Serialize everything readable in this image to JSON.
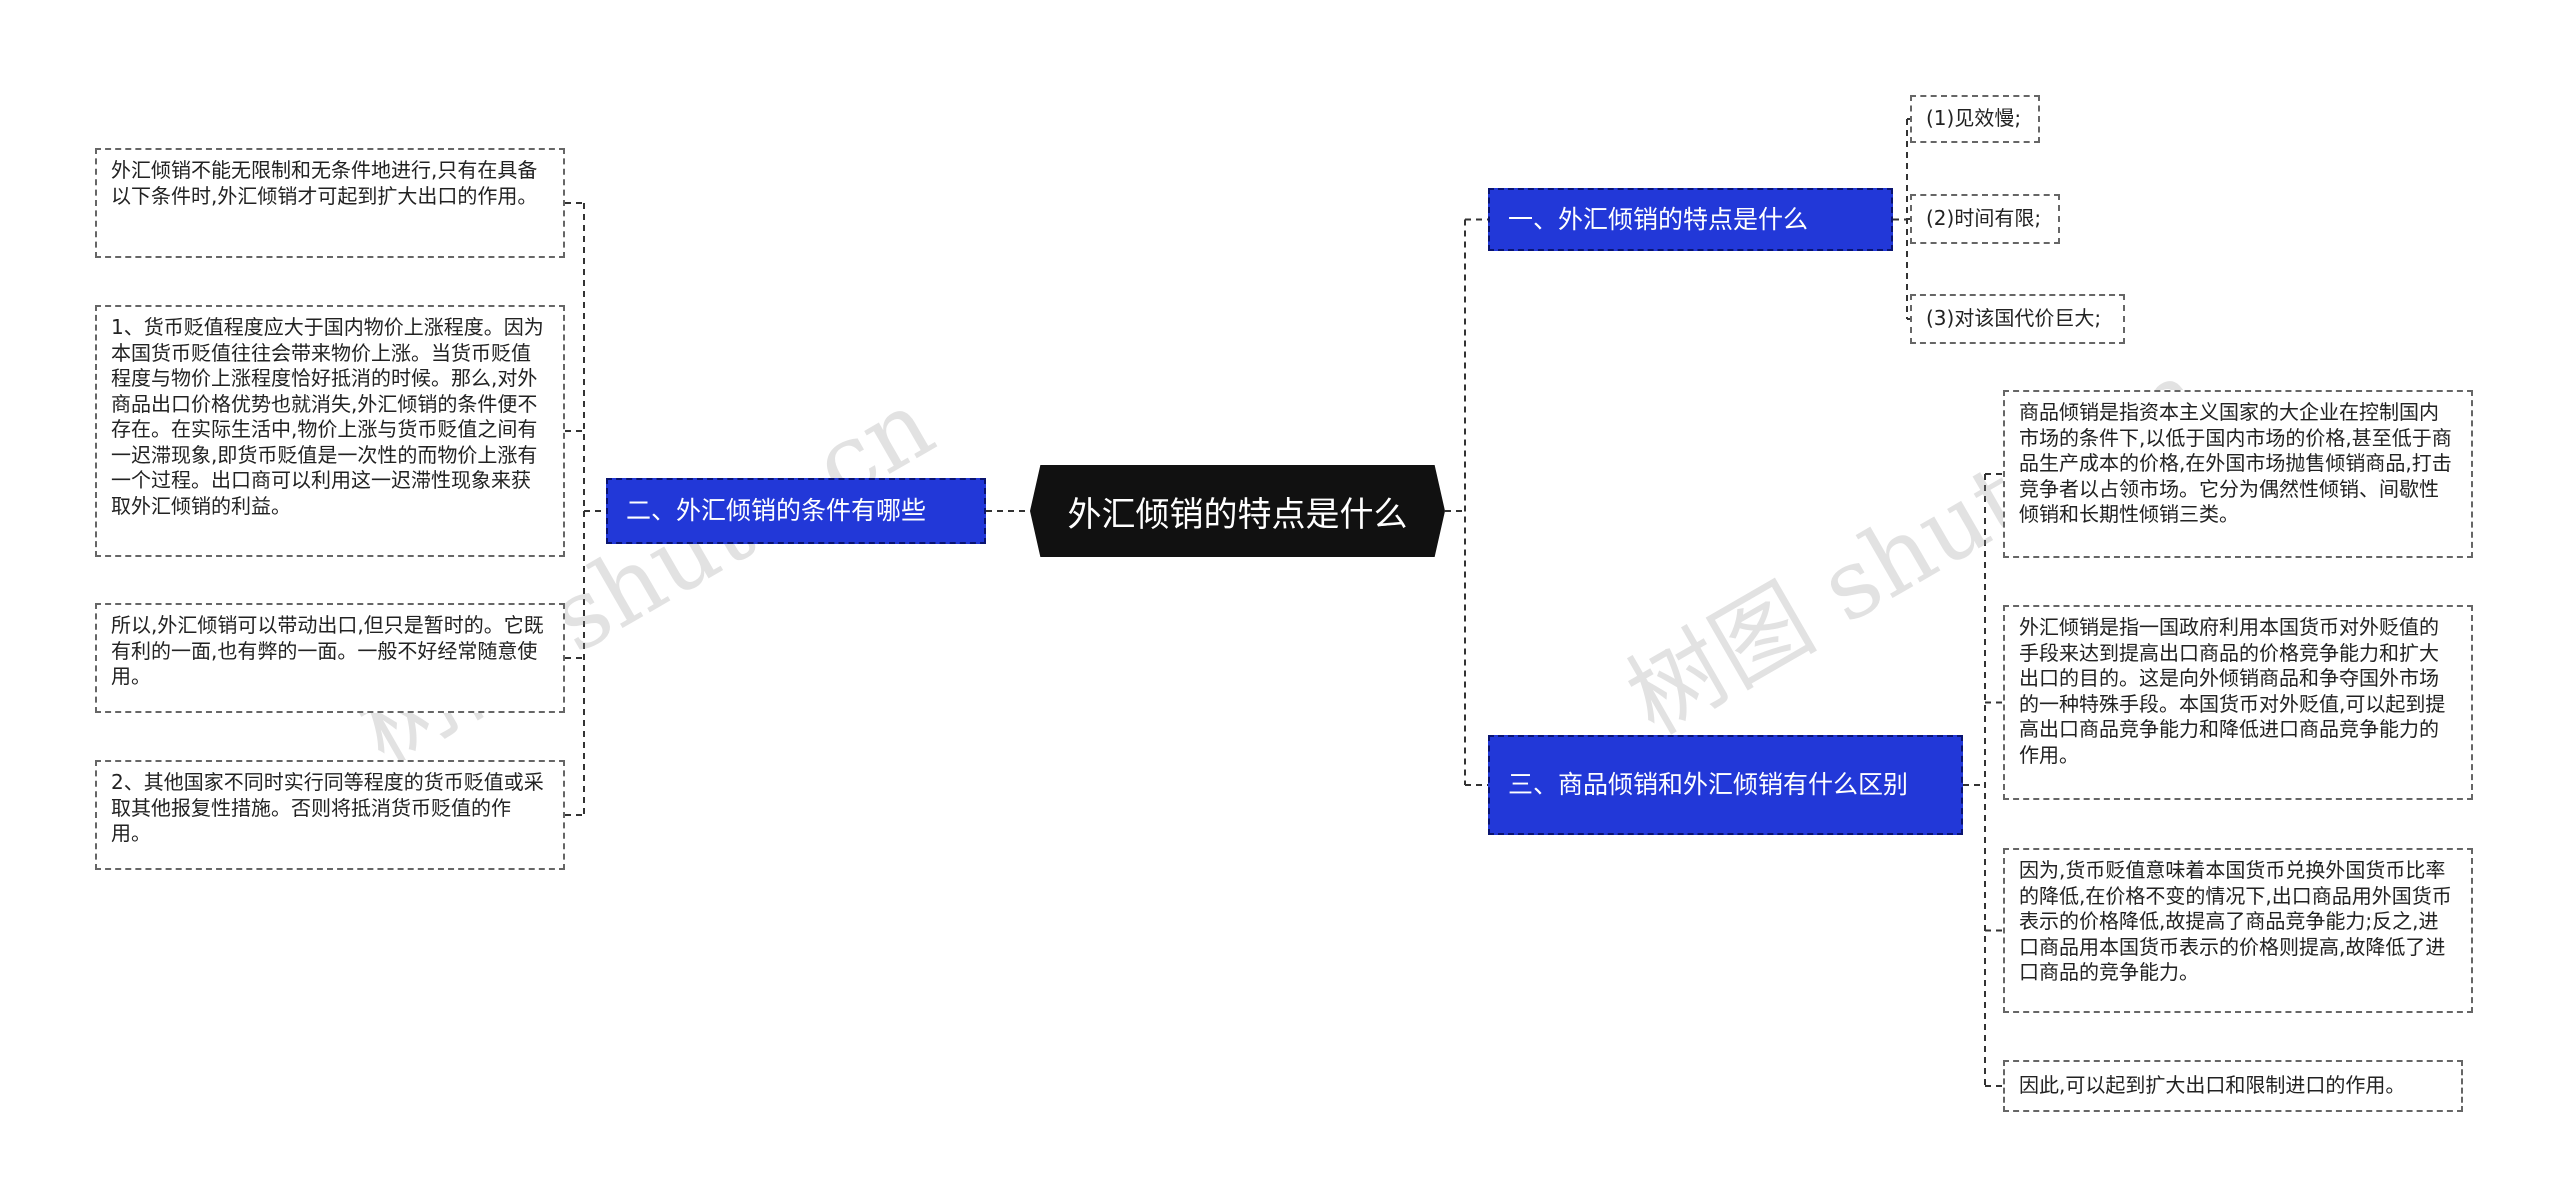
{
  "root": {
    "label": "外汇倾销的特点是什么"
  },
  "branches": {
    "b1": {
      "label": "一、外汇倾销的特点是什么"
    },
    "b2": {
      "label": "二、外汇倾销的条件有哪些"
    },
    "b3": {
      "label": "三、商品倾销和外汇倾销有什么区别"
    }
  },
  "leaves": {
    "b1_1": "(1)见效慢;",
    "b1_2": "(2)时间有限;",
    "b1_3": "(3)对该国代价巨大;",
    "b2_1": "外汇倾销不能无限制和无条件地进行,只有在具备以下条件时,外汇倾销才可起到扩大出口的作用。",
    "b2_2": "1、货币贬值程度应大于国内物价上涨程度。因为本国货币贬值往往会带来物价上涨。当货币贬值程度与物价上涨程度恰好抵消的时候。那么,对外商品出口价格优势也就消失,外汇倾销的条件便不存在。在实际生活中,物价上涨与货币贬值之间有一迟滞现象,即货币贬值是一次性的而物价上涨有一个过程。出口商可以利用这一迟滞性现象来获取外汇倾销的利益。",
    "b2_3": "所以,外汇倾销可以带动出口,但只是暂时的。它既有利的一面,也有弊的一面。一般不好经常随意使用。",
    "b2_4": "2、其他国家不同时实行同等程度的货币贬值或采取其他报复性措施。否则将抵消货币贬值的作用。",
    "b3_1": "商品倾销是指资本主义国家的大企业在控制国内市场的条件下,以低于国内市场的价格,甚至低于商品生产成本的价格,在外国市场抛售倾销商品,打击竞争者以占领市场。它分为偶然性倾销、间歇性倾销和长期性倾销三类。",
    "b3_2": "外汇倾销是指一国政府利用本国货币对外贬值的手段来达到提高出口商品的价格竞争能力和扩大出口的目的。这是向外倾销商品和争夺国外市场的一种特殊手段。本国货币对外贬值,可以起到提高出口商品竞争能力和降低进口商品竞争能力的作用。",
    "b3_3": "因为,货币贬值意味着本国货币兑换外国货币比率的降低,在价格不变的情况下,出口商品用外国货币表示的价格降低,故提高了商品竞争能力;反之,进口商品用本国货币表示的价格则提高,故降低了进口商品的竞争能力。",
    "b3_4": "因此,可以起到扩大出口和限制进口的作用。"
  },
  "watermarks": [
    "树图 shutu.cn",
    "树图 shutu.cn"
  ],
  "colors": {
    "root_bg": "#111111",
    "branch_bg": "#2238d8",
    "line": "#333333"
  }
}
